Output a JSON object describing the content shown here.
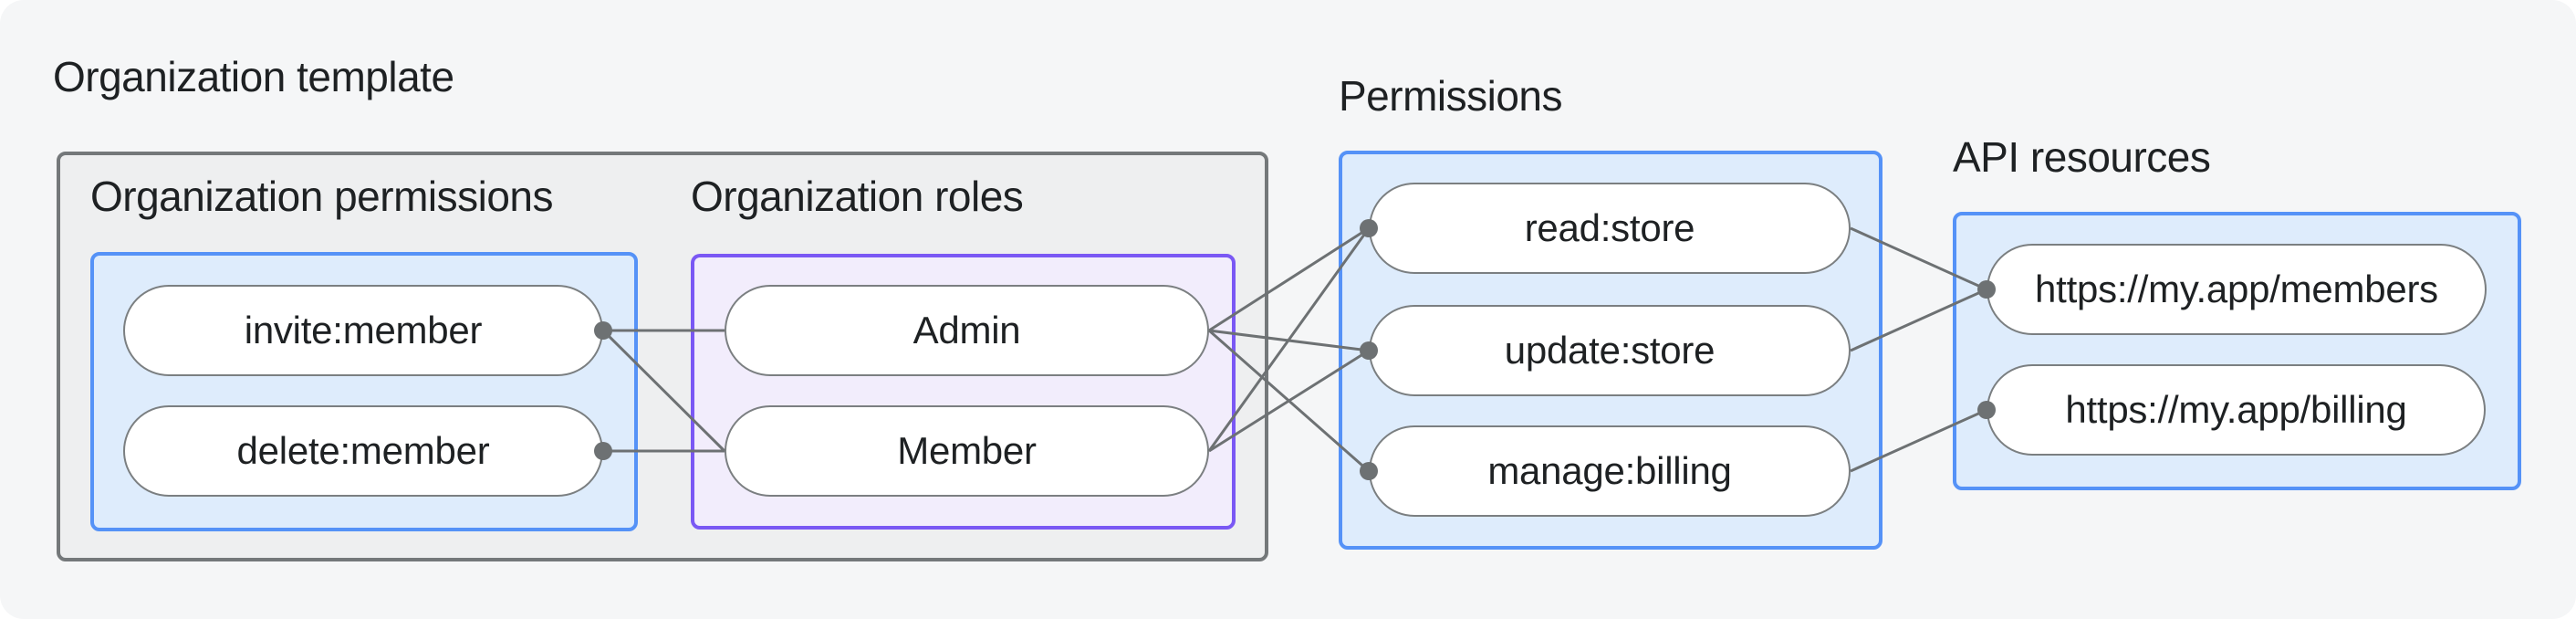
{
  "canvas": {
    "background": "#f5f6f7"
  },
  "colors": {
    "text": "#1e2123",
    "connector": "#6d7173",
    "gray_box_border": "#74787a",
    "gray_box_fill": "#eeeff0",
    "blue_box_border": "#5592f7",
    "blue_box_fill": "#deecfc",
    "purple_box_border": "#7a58f4",
    "purple_box_fill": "#f2edfc",
    "pill_border": "#7b7f81",
    "pill_fill": "#ffffff"
  },
  "org_template": {
    "label": "Organization template",
    "org_permissions": {
      "label": "Organization permissions",
      "pills": [
        {
          "id": "invite-member",
          "text": "invite:member"
        },
        {
          "id": "delete-member",
          "text": "delete:member"
        }
      ]
    },
    "org_roles": {
      "label": "Organization roles",
      "pills": [
        {
          "id": "admin",
          "text": "Admin"
        },
        {
          "id": "member",
          "text": "Member"
        }
      ]
    }
  },
  "permissions": {
    "label": "Permissions",
    "pills": [
      {
        "id": "read-store",
        "text": "read:store"
      },
      {
        "id": "update-store",
        "text": "update:store"
      },
      {
        "id": "manage-billing",
        "text": "manage:billing"
      }
    ]
  },
  "api_resources": {
    "label": "API resources",
    "pills": [
      {
        "id": "members-url",
        "text": "https://my.app/members"
      },
      {
        "id": "billing-url",
        "text": "https://my.app/billing"
      }
    ]
  },
  "edges": [
    {
      "from": "invite-member",
      "to": "admin"
    },
    {
      "from": "invite-member",
      "to": "member"
    },
    {
      "from": "delete-member",
      "to": "member"
    },
    {
      "from": "admin",
      "to": "read-store"
    },
    {
      "from": "admin",
      "to": "update-store"
    },
    {
      "from": "admin",
      "to": "manage-billing"
    },
    {
      "from": "member",
      "to": "read-store"
    },
    {
      "from": "member",
      "to": "update-store"
    },
    {
      "from": "read-store",
      "to": "members-url"
    },
    {
      "from": "update-store",
      "to": "members-url"
    },
    {
      "from": "manage-billing",
      "to": "billing-url"
    }
  ],
  "dots": [
    {
      "node": "invite-member",
      "side": "right"
    },
    {
      "node": "delete-member",
      "side": "right"
    },
    {
      "node": "read-store",
      "side": "left"
    },
    {
      "node": "update-store",
      "side": "left"
    },
    {
      "node": "manage-billing",
      "side": "left"
    },
    {
      "node": "members-url",
      "side": "left"
    },
    {
      "node": "billing-url",
      "side": "left"
    }
  ]
}
